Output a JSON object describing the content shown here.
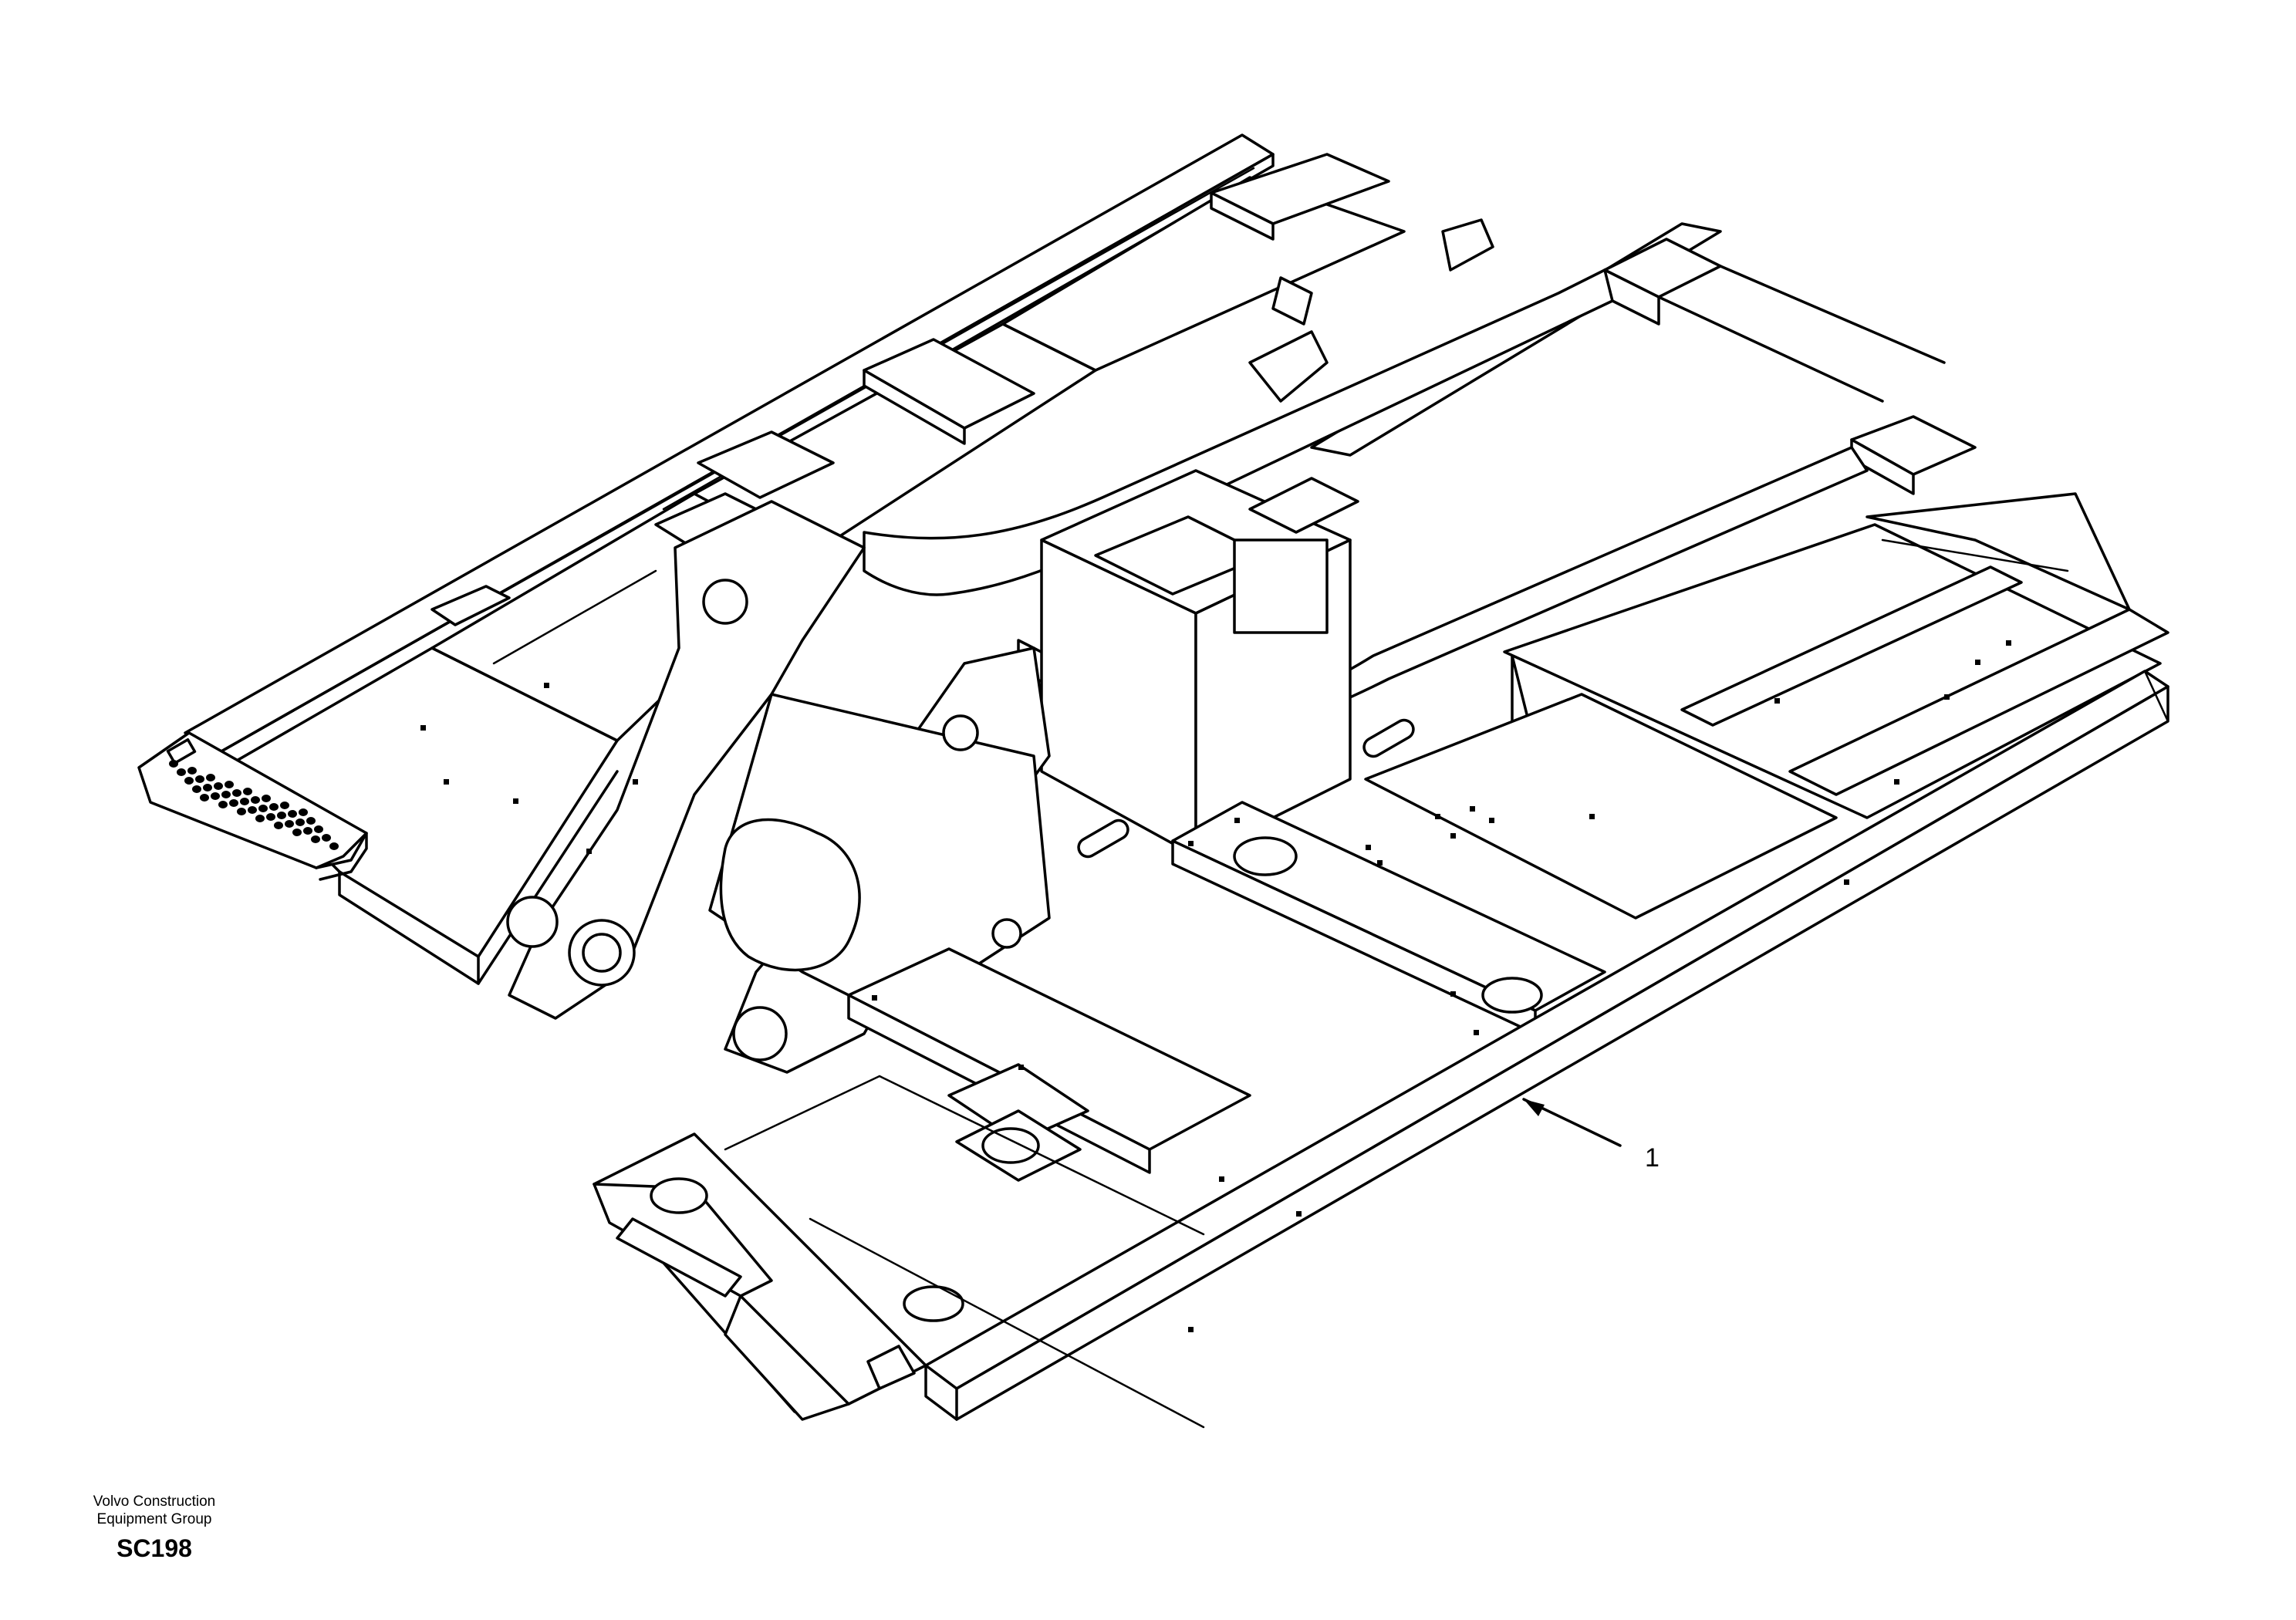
{
  "diagram": {
    "callouts": [
      {
        "label": "1"
      }
    ]
  },
  "footer": {
    "company_line1": "Volvo Construction",
    "company_line2": "Equipment Group",
    "sheet_code": "SC198"
  }
}
